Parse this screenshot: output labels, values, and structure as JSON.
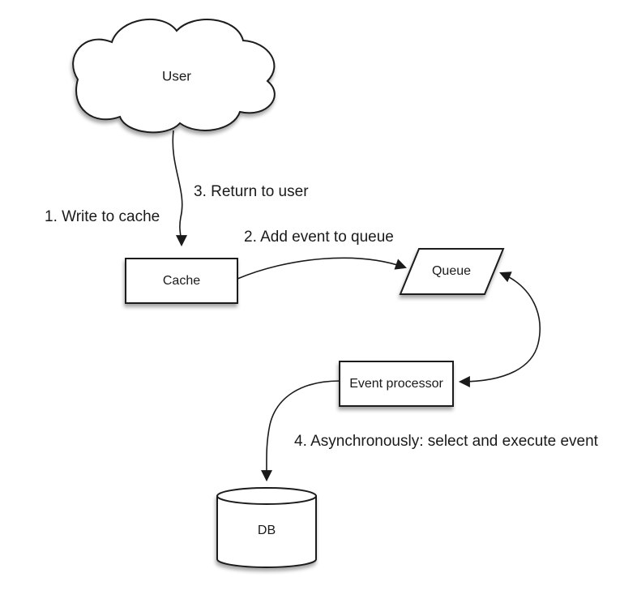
{
  "canvas": {
    "background": "#ffffff"
  },
  "palette": {
    "stroke": "#1a1a1a",
    "shape_fill": "#ffffff",
    "text": "#1a1a1a",
    "shadow": "rgba(0,0,0,0.35)"
  },
  "nodes": {
    "user": {
      "label": "User",
      "shape": "cloud"
    },
    "cache": {
      "label": "Cache",
      "shape": "rectangle"
    },
    "queue": {
      "label": "Queue",
      "shape": "parallelogram"
    },
    "event_processor": {
      "label": "Event processor",
      "shape": "rectangle"
    },
    "db": {
      "label": "DB",
      "shape": "cylinder"
    }
  },
  "steps": {
    "s1": "1. Write to cache",
    "s2": "2. Add event to queue",
    "s3": "3. Return to user",
    "s4": "4. Asynchronously: select and execute event"
  },
  "edges": [
    {
      "from": "user",
      "to": "cache",
      "style": "curved",
      "arrowheads": "end",
      "step": "1. Write to cache / 3. Return to user"
    },
    {
      "from": "cache",
      "to": "queue",
      "style": "curved",
      "arrowheads": "end",
      "step": "2. Add event to queue"
    },
    {
      "from": "queue",
      "to": "event_processor",
      "style": "curved",
      "arrowheads": "both",
      "step": ""
    },
    {
      "from": "event_processor",
      "to": "db",
      "style": "curved",
      "arrowheads": "end",
      "step": "4. Asynchronously: select and execute event"
    }
  ]
}
